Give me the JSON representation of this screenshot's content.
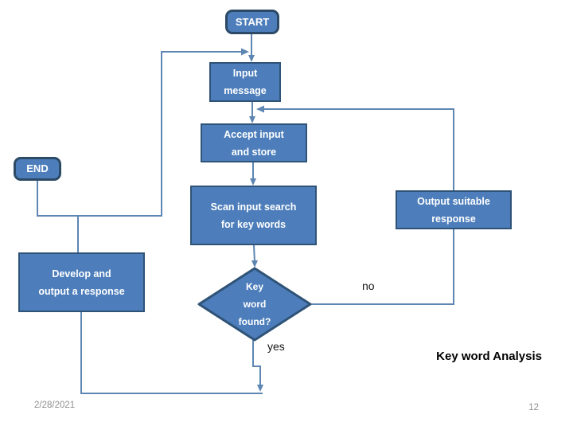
{
  "slide": {
    "annotation": "Key word Analysis",
    "date": "2/28/2021",
    "page_number": "12"
  },
  "flowchart": {
    "nodes": {
      "start": "START",
      "input_message": "Input\nmessage",
      "accept_input": "Accept input\nand store",
      "scan_input": "Scan input search\nfor key words",
      "output_response": "Output suitable\nresponse",
      "decision": "Key\nword\nfound?",
      "develop_response": "Develop and\noutput a response",
      "end": "END"
    },
    "edge_labels": {
      "no": "no",
      "yes": "yes"
    }
  },
  "colors": {
    "node_fill": "#4D7EBB",
    "node_border": "#2F5377",
    "terminal_border": "#2C4A66",
    "connector": "#5E86B3",
    "node_text": "#FFFFFF",
    "annotation_text": "#000000",
    "footer_text": "#8F8F8F"
  }
}
